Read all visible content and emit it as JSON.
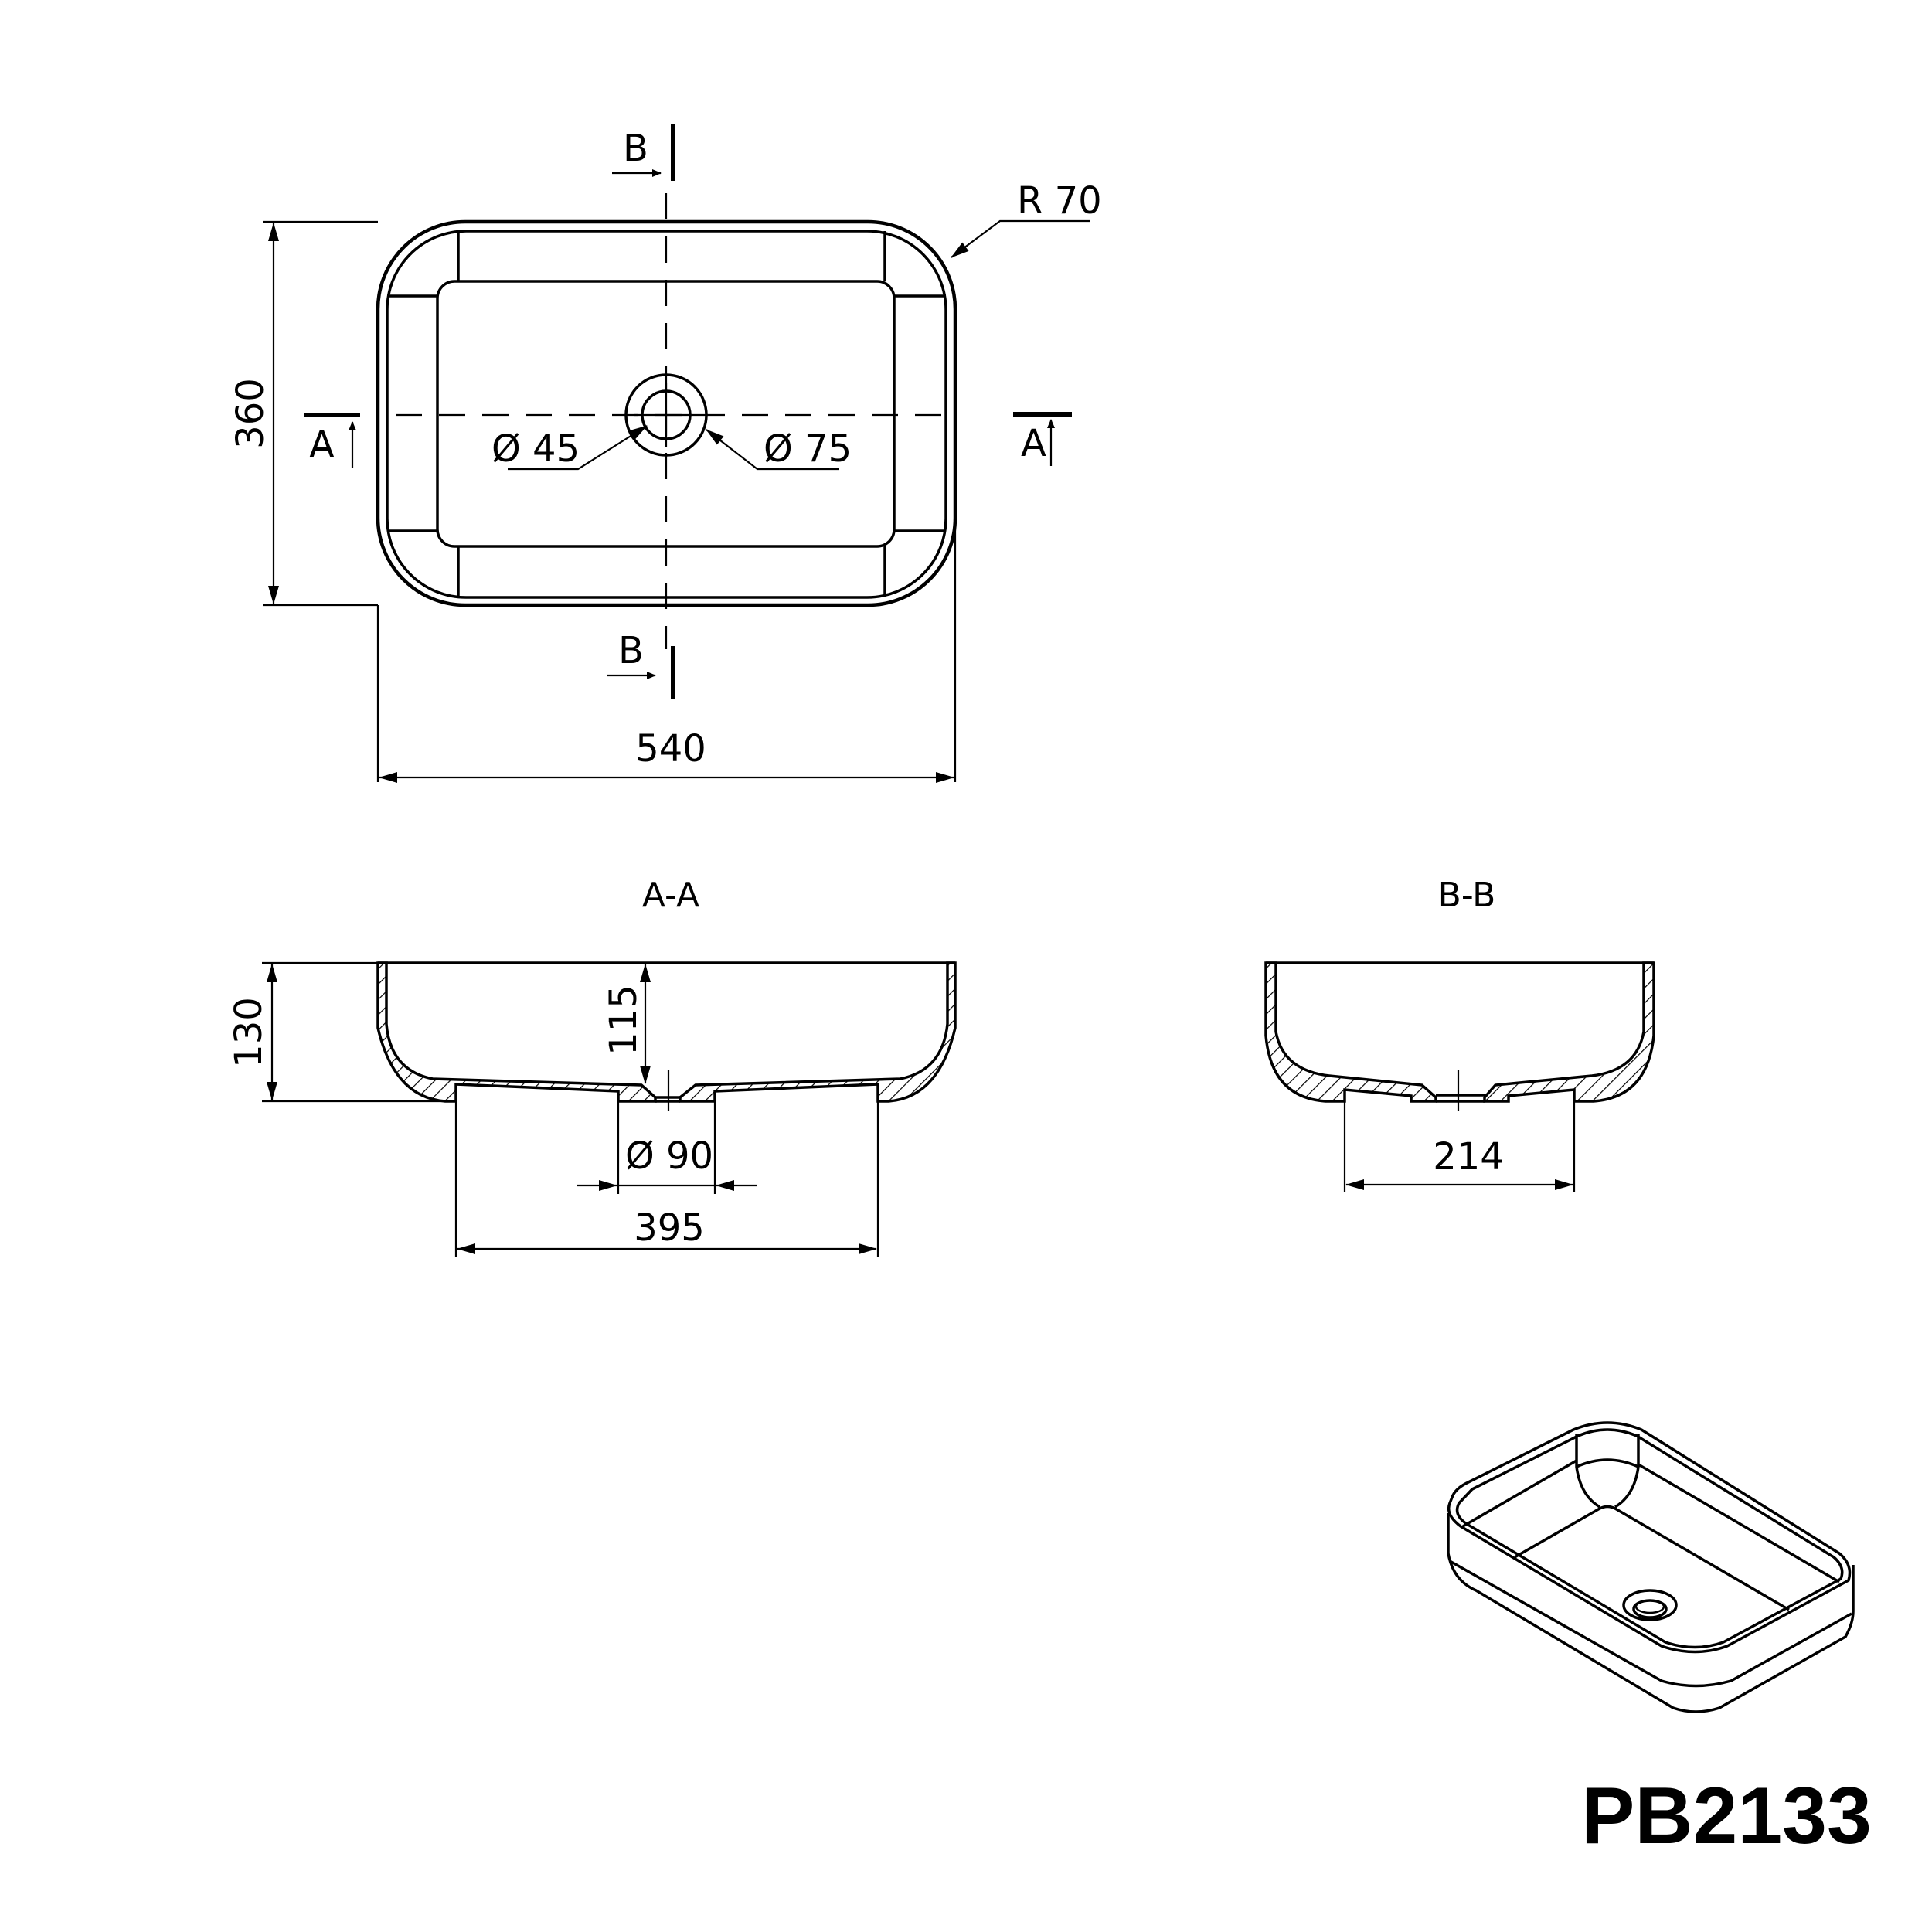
{
  "drawing": {
    "model_code": "PB2133",
    "top_view": {
      "width_label": "540",
      "depth_label": "360",
      "corner_radius_label": "R 70",
      "drain_inner_label": "Ø 45",
      "drain_outer_label": "Ø 75",
      "section_a_marker": "A",
      "section_b_marker": "B"
    },
    "section_a": {
      "title": "A-A",
      "height_label": "130",
      "inner_depth_label": "115",
      "drain_diameter_label": "Ø 90",
      "base_width_label": "395"
    },
    "section_b": {
      "title": "B-B",
      "base_width_label": "214"
    },
    "colors": {
      "line": "#000000",
      "background": "#ffffff"
    }
  }
}
